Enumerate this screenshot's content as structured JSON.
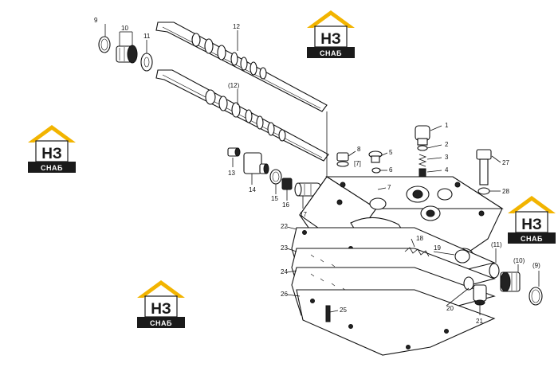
{
  "logo": {
    "big_text": "НЗ",
    "small_text": "СНАБ"
  },
  "labels": {
    "l1": "1",
    "l2": "2",
    "l3": "3",
    "l4": "4",
    "l5": "5",
    "l6": "6",
    "l7": "7",
    "l8": "8",
    "l7b": "[7]",
    "l9": "9",
    "l10": "10",
    "l11": "11",
    "l12": "12",
    "l12b": "(12)",
    "l13": "13",
    "l14": "14",
    "l15": "15",
    "l16": "16",
    "l17": "17",
    "l18": "18",
    "l19": "19",
    "l21": "21",
    "l22": "22",
    "l23": "23",
    "l24": "24",
    "l25": "25",
    "l26": "26",
    "l27": "27",
    "l28": "28",
    "l9b": "(9)",
    "l10b": "(10)",
    "l11b": "(11)",
    "l20": "20"
  }
}
